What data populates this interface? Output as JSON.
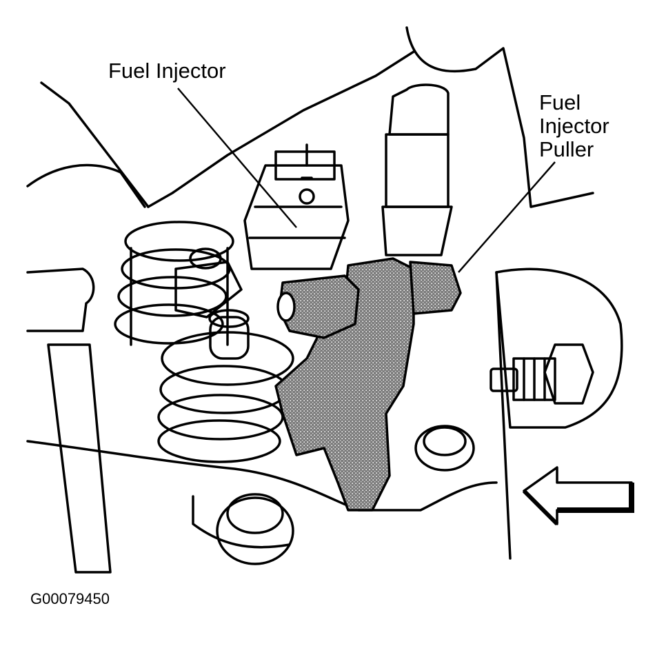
{
  "callouts": {
    "fuel_injector": "Fuel Injector",
    "fuel_injector_puller": [
      "Fuel",
      "Injector",
      "Puller"
    ]
  },
  "figure_code": "G00079450",
  "colors": {
    "line": "#000000",
    "background": "#ffffff",
    "tool_fill": "#6a6a6a"
  },
  "icons": {
    "direction_arrow": "arrow-left-icon"
  }
}
